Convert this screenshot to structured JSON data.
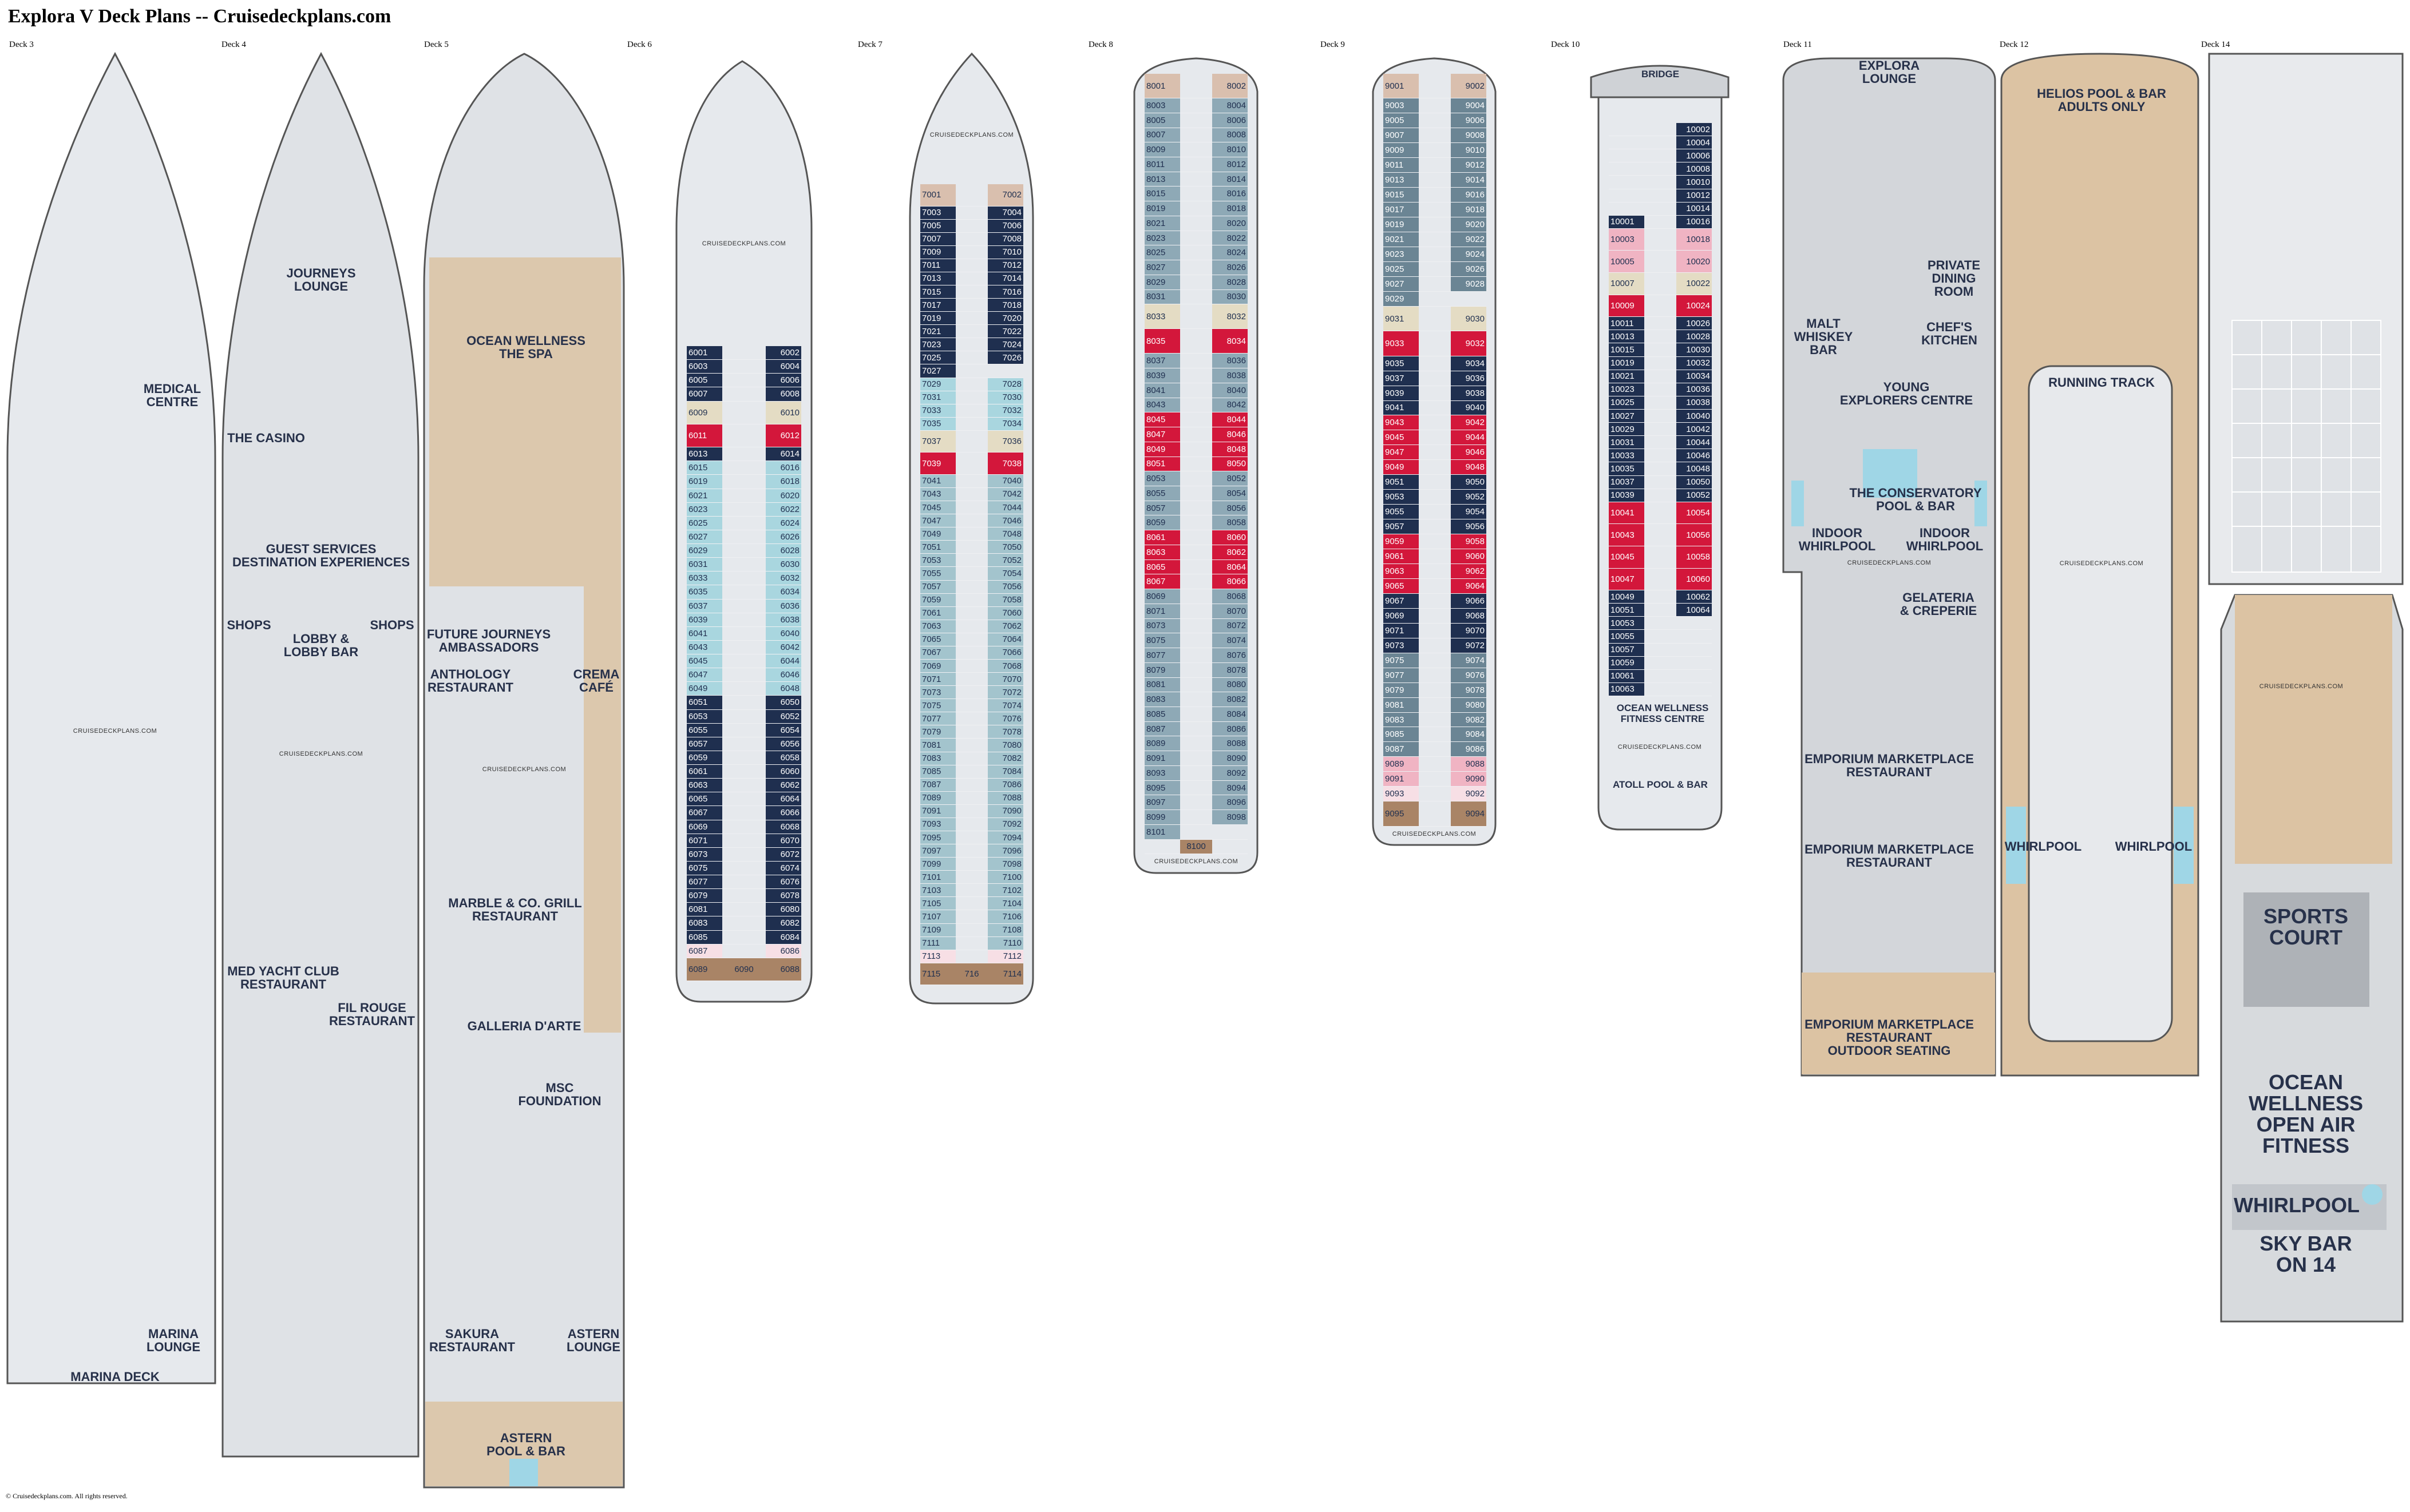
{
  "title": "Explora V Deck Plans -- Cruisedeckplans.com",
  "watermark": "CRUISEDECKPLANS.COM",
  "copyright": "© Cruisedeckplans.com. All rights reserved.",
  "cabin_colors": {
    "n": "#1f2f4f",
    "b": "#a9d6df",
    "c": "#a3c4cd",
    "g": "#8ea9b6",
    "h": "#6b8594",
    "r": "#d3173b",
    "k": "#f0b4c3",
    "p": "#f7dfe5",
    "e": "#e4dcc4",
    "t": "#d9bfae",
    "w": "#a98466"
  },
  "decks": {
    "d3": {
      "label": "Deck 3",
      "venues": [
        "MEDICAL\nCENTRE",
        "MARINA\nLOUNGE",
        "MARINA DECK"
      ]
    },
    "d4": {
      "label": "Deck 4",
      "venues": [
        "JOURNEYS\nLOUNGE",
        "THE CASINO",
        "GUEST SERVICES\nDESTINATION EXPERIENCES",
        "SHOPS",
        "LOBBY &\nLOBBY BAR",
        "SHOPS",
        "MED YACHT CLUB\nRESTAURANT",
        "FIL ROUGE\nRESTAURANT"
      ]
    },
    "d5": {
      "label": "Deck 5",
      "venues": [
        "OCEAN WELLNESS\nTHE SPA",
        "FUTURE JOURNEYS\nAMBASSADORS",
        "ANTHOLOGY\nRESTAURANT",
        "CREMA\nCAFÉ",
        "MARBLE & CO. GRILL\nRESTAURANT",
        "GALLERIA D'ARTE",
        "MSC\nFOUNDATION",
        "SAKURA\nRESTAURANT",
        "ASTERN\nLOUNGE",
        "ASTERN\nPOOL & BAR"
      ]
    },
    "d6": {
      "label": "Deck 6",
      "cabins": [
        {
          "type": "n",
          "left": [
            "6001",
            "6003",
            "6005",
            "6007"
          ],
          "right": [
            "6002",
            "6004",
            "6006",
            "6008"
          ]
        },
        {
          "type": "e",
          "tall": true,
          "left": [
            "6009"
          ],
          "right": [
            "6010"
          ]
        },
        {
          "type": "r",
          "tall": true,
          "left": [
            "6011"
          ],
          "right": [
            "6012"
          ]
        },
        {
          "type": "n",
          "left": [
            "6013"
          ],
          "right": [
            "6014"
          ]
        },
        {
          "type": "b",
          "left": [
            "6015",
            "6019",
            "6021",
            "6023",
            "6025",
            "6027",
            "6029",
            "6031",
            "6033",
            "6035",
            "6037",
            "6039",
            "6041",
            "6043",
            "6045",
            "6047",
            "6049"
          ],
          "right": [
            "6016",
            "6018",
            "6020",
            "6022",
            "6024",
            "6026",
            "6028",
            "6030",
            "6032",
            "6034",
            "6036",
            "6038",
            "6040",
            "6042",
            "6044",
            "6046",
            "6048"
          ]
        },
        {
          "type": "n",
          "left": [
            "6051",
            "6053",
            "6055",
            "6057",
            "6059",
            "6061",
            "6063",
            "6065",
            "6067",
            "6069",
            "6071",
            "6073",
            "6075",
            "6077",
            "6079",
            "6081",
            "6083",
            "6085"
          ],
          "right": [
            "6050",
            "6052",
            "6054",
            "6056",
            "6058",
            "6060",
            "6062",
            "6064",
            "6066",
            "6068",
            "6070",
            "6072",
            "6074",
            "6076",
            "6078",
            "6080",
            "6082",
            "6084"
          ]
        },
        {
          "type": "p",
          "left": [
            "6087"
          ],
          "right": [
            "6086"
          ]
        },
        {
          "type": "w",
          "tall": true,
          "left": [
            "6089"
          ],
          "center": "6090",
          "right": [
            "6088"
          ]
        }
      ]
    },
    "d7": {
      "label": "Deck 7",
      "cabins": [
        {
          "type": "t",
          "tall": true,
          "left": [
            "7001"
          ],
          "right": [
            "7002"
          ]
        },
        {
          "type": "n",
          "left": [
            "7003",
            "7005",
            "7007",
            "7009",
            "7011",
            "7013",
            "7015",
            "7017",
            "7019",
            "7021",
            "7023",
            "7025",
            "7027"
          ],
          "right": [
            "7004",
            "7006",
            "7008",
            "7010",
            "7012",
            "7014",
            "7016",
            "7018",
            "7020",
            "7022",
            "7024",
            "7026"
          ]
        },
        {
          "type": "b",
          "left": [
            "7029",
            "7031",
            "7033",
            "7035"
          ],
          "right": [
            "7028",
            "7030",
            "7032",
            "7034"
          ]
        },
        {
          "type": "e",
          "tall": true,
          "left": [
            "7037"
          ],
          "right": [
            "7036"
          ]
        },
        {
          "type": "r",
          "tall": true,
          "left": [
            "7039"
          ],
          "right": [
            "7038"
          ]
        },
        {
          "type": "c",
          "left": [
            "7041",
            "7043",
            "7045",
            "7047",
            "7049",
            "7051",
            "7053",
            "7055",
            "7057",
            "7059",
            "7061",
            "7063",
            "7065",
            "7067",
            "7069",
            "7071",
            "7073",
            "7075",
            "7077",
            "7079",
            "7081",
            "7083",
            "7085",
            "7087",
            "7089",
            "7091",
            "7093",
            "7095",
            "7097",
            "7099",
            "7101",
            "7103",
            "7105",
            "7107",
            "7109",
            "7111"
          ],
          "right": [
            "7040",
            "7042",
            "7044",
            "7046",
            "7048",
            "7050",
            "7052",
            "7054",
            "7056",
            "7058",
            "7060",
            "7062",
            "7064",
            "7066",
            "7068",
            "7070",
            "7072",
            "7074",
            "7076",
            "7078",
            "7080",
            "7082",
            "7084",
            "7086",
            "7088",
            "7090",
            "7092",
            "7094",
            "7096",
            "7098",
            "7100",
            "7102",
            "7104",
            "7106",
            "7108",
            "7110"
          ]
        },
        {
          "type": "p",
          "left": [
            "7113"
          ],
          "right": [
            "7112"
          ]
        },
        {
          "type": "w",
          "tall": true,
          "left": [
            "7115"
          ],
          "center": "716",
          "right": [
            "7114"
          ]
        }
      ]
    },
    "d8": {
      "label": "Deck 8",
      "cabins": [
        {
          "type": "t",
          "tall": true,
          "left": [
            "8001"
          ],
          "right": [
            "8002"
          ]
        },
        {
          "type": "g",
          "left": [
            "8003",
            "8005",
            "8007",
            "8009",
            "8011",
            "8013",
            "8015",
            "8019",
            "8021",
            "8023",
            "8025",
            "8027",
            "8029",
            "8031"
          ],
          "right": [
            "8004",
            "8006",
            "8008",
            "8010",
            "8012",
            "8014",
            "8016",
            "8018",
            "8020",
            "8022",
            "8024",
            "8026",
            "8028",
            "8030"
          ]
        },
        {
          "type": "e",
          "tall": true,
          "left": [
            "8033"
          ],
          "right": [
            "8032"
          ]
        },
        {
          "type": "r",
          "tall": true,
          "left": [
            "8035"
          ],
          "right": [
            "8034"
          ]
        },
        {
          "type": "g",
          "left": [
            "8037",
            "8039",
            "8041",
            "8043"
          ],
          "right": [
            "8036",
            "8038",
            "8040",
            "8042"
          ]
        },
        {
          "type": "r",
          "left": [
            "8045",
            "8047",
            "8049",
            "8051"
          ],
          "right": [
            "8044",
            "8046",
            "8048",
            "8050"
          ]
        },
        {
          "type": "g",
          "left": [
            "8053",
            "8055",
            "8057",
            "8059"
          ],
          "right": [
            "8052",
            "8054",
            "8056",
            "8058"
          ]
        },
        {
          "type": "r",
          "left": [
            "8061",
            "8063",
            "8065",
            "8067"
          ],
          "right": [
            "8060",
            "8062",
            "8064",
            "8066"
          ]
        },
        {
          "type": "g",
          "left": [
            "8069",
            "8071",
            "8073",
            "8075",
            "8077",
            "8079",
            "8081",
            "8083",
            "8085",
            "8087",
            "8089",
            "8091",
            "8093",
            "8095",
            "8097",
            "8099",
            "8101"
          ],
          "right": [
            "8068",
            "8070",
            "8072",
            "8074",
            "8076",
            "8078",
            "8080",
            "8082",
            "8084",
            "8086",
            "8088",
            "8090",
            "8092",
            "8094",
            "8096",
            "8098"
          ]
        },
        {
          "type": "w",
          "left": [],
          "center": "8100",
          "right": []
        }
      ]
    },
    "d9": {
      "label": "Deck 9",
      "cabins": [
        {
          "type": "t",
          "tall": true,
          "left": [
            "9001"
          ],
          "right": [
            "9002"
          ]
        },
        {
          "type": "h",
          "left": [
            "9003",
            "9005",
            "9007",
            "9009",
            "9011",
            "9013",
            "9015",
            "9017",
            "9019",
            "9021",
            "9023",
            "9025",
            "9027",
            "9029"
          ],
          "right": [
            "9004",
            "9006",
            "9008",
            "9010",
            "9012",
            "9014",
            "9016",
            "9018",
            "9020",
            "9022",
            "9024",
            "9026",
            "9028"
          ]
        },
        {
          "type": "e",
          "tall": true,
          "left": [
            "9031"
          ],
          "right": [
            "9030"
          ]
        },
        {
          "type": "r",
          "tall": true,
          "left": [
            "9033"
          ],
          "right": [
            "9032"
          ]
        },
        {
          "type": "n",
          "left": [
            "9035",
            "9037",
            "9039",
            "9041"
          ],
          "right": [
            "9034",
            "9036",
            "9038",
            "9040"
          ]
        },
        {
          "type": "r",
          "left": [
            "9043",
            "9045",
            "9047",
            "9049"
          ],
          "right": [
            "9042",
            "9044",
            "9046",
            "9048"
          ]
        },
        {
          "type": "n",
          "left": [
            "9051",
            "9053",
            "9055",
            "9057"
          ],
          "right": [
            "9050",
            "9052",
            "9054",
            "9056"
          ]
        },
        {
          "type": "r",
          "left": [
            "9059",
            "9061",
            "9063",
            "9065"
          ],
          "right": [
            "9058",
            "9060",
            "9062",
            "9064"
          ]
        },
        {
          "type": "n",
          "left": [
            "9067",
            "9069",
            "9071",
            "9073"
          ],
          "right": [
            "9066",
            "9068",
            "9070",
            "9072"
          ]
        },
        {
          "type": "h",
          "left": [
            "9075",
            "9077",
            "9079",
            "9081",
            "9083",
            "9085",
            "9087"
          ],
          "right": [
            "9074",
            "9076",
            "9078",
            "9080",
            "9082",
            "9084",
            "9086"
          ]
        },
        {
          "type": "k",
          "left": [
            "9089",
            "9091"
          ],
          "right": [
            "9088",
            "9090"
          ]
        },
        {
          "type": "p",
          "left": [
            "9093"
          ],
          "right": [
            "9092"
          ]
        },
        {
          "type": "w",
          "tall": true,
          "left": [
            "9095"
          ],
          "right": [
            "9094"
          ]
        }
      ]
    },
    "d10": {
      "label": "Deck 10",
      "venues": [
        "BRIDGE",
        "OCEAN WELLNESS\nFITNESS CENTRE",
        "ATOLL POOL & BAR"
      ],
      "cabins": [
        {
          "type": "n",
          "left": [
            null,
            null,
            null,
            null,
            null,
            null,
            null,
            "10001"
          ],
          "right": [
            "10002",
            "10004",
            "10006",
            "10008",
            "10010",
            "10012",
            "10014",
            "10016"
          ]
        },
        {
          "type": "k",
          "tall": true,
          "left": [
            "10003",
            "10005"
          ],
          "right": [
            "10018",
            "10020"
          ]
        },
        {
          "type": "e",
          "tall": true,
          "left": [
            "10007"
          ],
          "right": [
            "10022"
          ]
        },
        {
          "type": "r",
          "tall": true,
          "left": [
            "10009"
          ],
          "right": [
            "10024"
          ]
        },
        {
          "type": "n",
          "left": [
            "10011",
            "10013",
            "10015",
            "10019",
            "10021",
            "10023",
            "10025",
            "10027",
            "10029",
            "10031",
            "10033",
            "10035",
            "10037",
            "10039"
          ],
          "right": [
            "10026",
            "10028",
            "10030",
            "10032",
            "10034",
            "10036",
            "10038",
            "10040",
            "10042",
            "10044",
            "10046",
            "10048",
            "10050",
            "10052"
          ]
        },
        {
          "type": "r",
          "tall": true,
          "left": [
            "10041",
            "10043",
            "10045",
            "10047"
          ],
          "right": [
            "10054",
            "10056",
            "10058",
            "10060"
          ]
        },
        {
          "type": "n",
          "left": [
            "10049",
            "10051",
            "10053",
            "10055",
            "10057",
            "10059",
            "10061",
            "10063"
          ],
          "right": [
            "10062",
            "10064"
          ]
        }
      ]
    },
    "d11": {
      "label": "Deck 11",
      "venues": [
        "EXPLORA\nLOUNGE",
        "PRIVATE\nDINING\nROOM",
        "MALT\nWHISKEY\nBAR",
        "CHEF'S\nKITCHEN",
        "YOUNG\nEXPLORERS CENTRE",
        "THE CONSERVATORY\nPOOL & BAR",
        "INDOOR\nWHIRLPOOL",
        "INDOOR\nWHIRLPOOL",
        "GELATERIA\n& CREPERIE",
        "EMPORIUM MARKETPLACE\nRESTAURANT",
        "EMPORIUM MARKETPLACE\nRESTAURANT",
        "EMPORIUM MARKETPLACE\nRESTAURANT\nOUTDOOR SEATING"
      ]
    },
    "d12": {
      "label": "Deck 12",
      "venues": [
        "HELIOS POOL & BAR\nADULTS ONLY",
        "RUNNING TRACK",
        "WHIRLPOOL",
        "WHIRLPOOL"
      ]
    },
    "d14": {
      "label": "Deck 14",
      "venues": [
        "SPORTS\nCOURT",
        "OCEAN\nWELLNESS\nOPEN AIR\nFITNESS",
        "WHIRLPOOL",
        "SKY BAR ON 14"
      ]
    }
  }
}
